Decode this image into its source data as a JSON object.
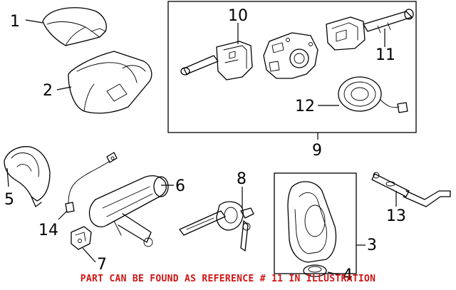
{
  "callouts": {
    "c1": "1",
    "c2": "2",
    "c3": "3",
    "c4": "4",
    "c5": "5",
    "c6": "6",
    "c7": "7",
    "c8": "8",
    "c9": "9",
    "c10": "10",
    "c11": "11",
    "c12": "12",
    "c13": "13",
    "c14": "14"
  },
  "footer_note": "PART CAN BE FOUND AS REFERENCE # 11 IN ILLUSTRATION",
  "colors": {
    "footer_text": "#d01414",
    "line_art": "#000000",
    "background": "#ffffff"
  }
}
